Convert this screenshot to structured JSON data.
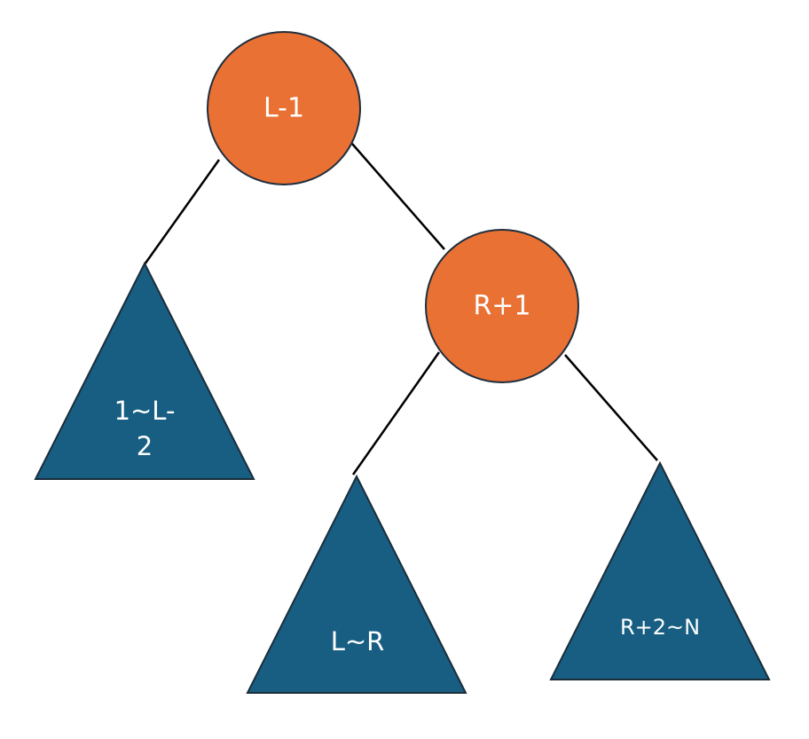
{
  "colors": {
    "node_fill": "#ea7134",
    "subtree_fill": "#175e82",
    "edge": "#000000",
    "label": "#ffffff"
  },
  "nodes": {
    "root": {
      "label": "L-1"
    },
    "right_child": {
      "label": "R+1"
    }
  },
  "subtrees": {
    "left": {
      "label_line1": "1~L-",
      "label_line2": "2"
    },
    "middle": {
      "label": "L~R"
    },
    "right": {
      "label": "R+2~N"
    }
  }
}
